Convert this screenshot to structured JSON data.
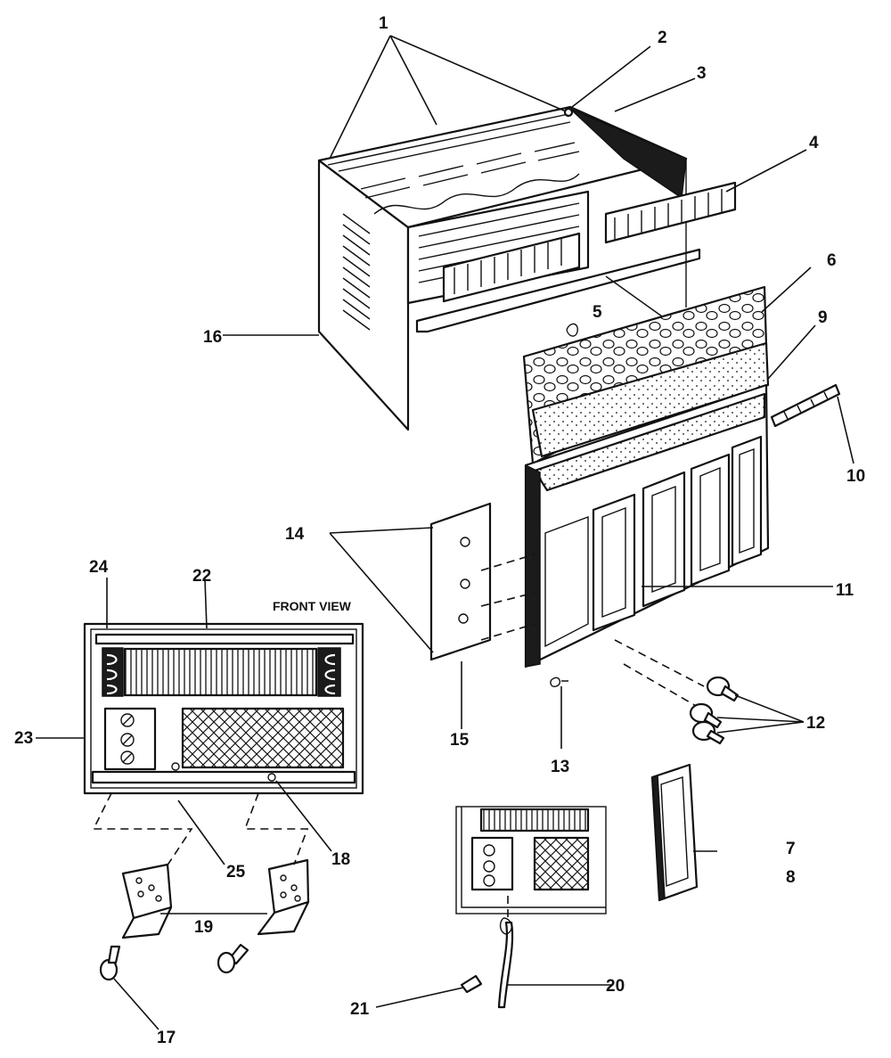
{
  "caption": "FRONT VIEW",
  "callouts": [
    {
      "id": "p1",
      "text": "1"
    },
    {
      "id": "p2",
      "text": "2"
    },
    {
      "id": "p3",
      "text": "3"
    },
    {
      "id": "p4",
      "text": "4"
    },
    {
      "id": "p5",
      "text": "5"
    },
    {
      "id": "p6",
      "text": "6"
    },
    {
      "id": "p7",
      "text": "7"
    },
    {
      "id": "p8",
      "text": "8"
    },
    {
      "id": "p9",
      "text": "9"
    },
    {
      "id": "p10",
      "text": "10"
    },
    {
      "id": "p11",
      "text": "11"
    },
    {
      "id": "p12",
      "text": "12"
    },
    {
      "id": "p13",
      "text": "13"
    },
    {
      "id": "p14",
      "text": "14"
    },
    {
      "id": "p15",
      "text": "15"
    },
    {
      "id": "p16",
      "text": "16"
    },
    {
      "id": "p17",
      "text": "17"
    },
    {
      "id": "p18",
      "text": "18"
    },
    {
      "id": "p19",
      "text": "19"
    },
    {
      "id": "p20",
      "text": "20"
    },
    {
      "id": "p21",
      "text": "21"
    },
    {
      "id": "p22",
      "text": "22"
    },
    {
      "id": "p23",
      "text": "23"
    },
    {
      "id": "p24",
      "text": "24"
    },
    {
      "id": "p25",
      "text": "25"
    }
  ]
}
